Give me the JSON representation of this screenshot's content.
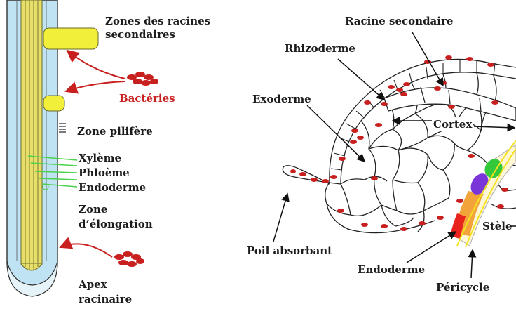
{
  "left_diagram": {
    "labels": {
      "zone_racines_1": "Zones des racines",
      "zone_racines_2": "secondaires",
      "bacteries": "Bactéries",
      "zone_pilifere": "Zone pilifère",
      "xyleme": "Xylème",
      "phloeme": "Phloème",
      "endoderme": "Endoderme",
      "zone_elong_1": "Zone",
      "zone_elong_2": "d’élongation",
      "apex_1": "Apex",
      "apex_2": "racinaire"
    }
  },
  "right_diagram": {
    "labels": {
      "racine_secondaire": "Racine secondaire",
      "rhizoderme": "Rhizoderme",
      "exoderme": "Exoderme",
      "cortex": "Cortex",
      "poil_absorbant": "Poil absorbant",
      "stele": "Stèle",
      "endoderme": "Endoderme",
      "pericycle": "Péricycle"
    }
  },
  "colors": {
    "label_text": "#1c1c1c",
    "bacteria_red": "#c8201e",
    "root_blue": "#bfe3f2",
    "vascular_yellow": "#e8de6a",
    "lateral_root_yellow": "#f2ef3a",
    "xylem_green": "#4bd24b"
  }
}
